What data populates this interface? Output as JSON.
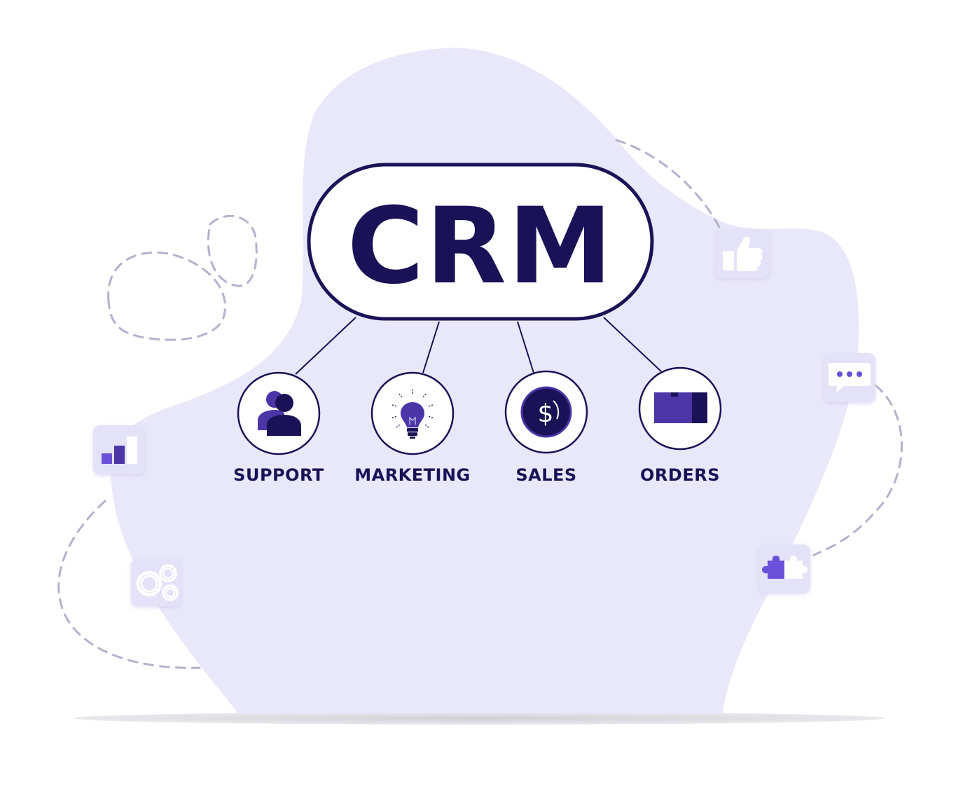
{
  "diagram": {
    "title": "CRM",
    "nodes": [
      {
        "id": "support",
        "label": "SUPPORT",
        "icon": "people-icon"
      },
      {
        "id": "marketing",
        "label": "MARKETING",
        "icon": "lightbulb-icon"
      },
      {
        "id": "sales",
        "label": "SALES",
        "icon": "dollar-coin-icon"
      },
      {
        "id": "orders",
        "label": "ORDERS",
        "icon": "box-icon"
      }
    ],
    "side_icons": [
      "bar-chart-icon",
      "gears-icon",
      "thumbs-up-icon",
      "chat-bubble-icon",
      "puzzle-icon"
    ]
  },
  "colors": {
    "navy": "#1a1256",
    "purple": "#4b35a7",
    "blob": "#e9e7fa",
    "tile": "#e4e2f8",
    "dash": "#b3b1cc",
    "floor": "#d0d0d4"
  }
}
